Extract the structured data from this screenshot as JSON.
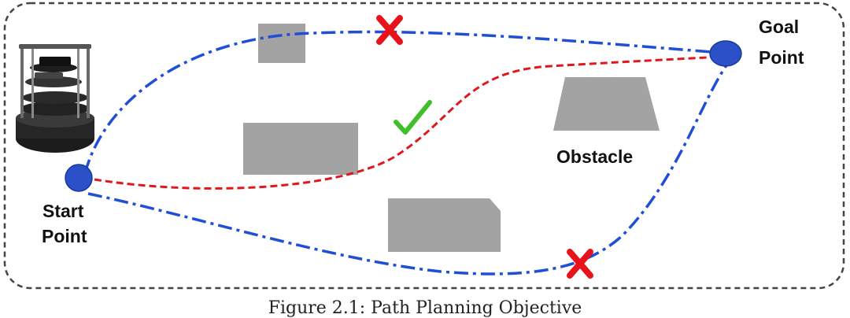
{
  "diagram": {
    "start_label_line1": "Start",
    "start_label_line2": "Point",
    "goal_label_line1": "Goal",
    "goal_label_line2": "Point",
    "obstacle_label": "Obstacle",
    "caption": "Figure 2.1: Path Planning Objective"
  },
  "colors": {
    "blocked_path": "#1f4fd6",
    "valid_path": "#e0171b",
    "obstacle": "#a3a3a3",
    "node": "#2b50c8",
    "cross": "#e8121a",
    "check": "#3fbf2a",
    "frame": "#444444"
  },
  "icons": {
    "robot": "turtlebot-robot-icon",
    "blocked": "red-cross-icon",
    "valid": "green-check-icon"
  }
}
